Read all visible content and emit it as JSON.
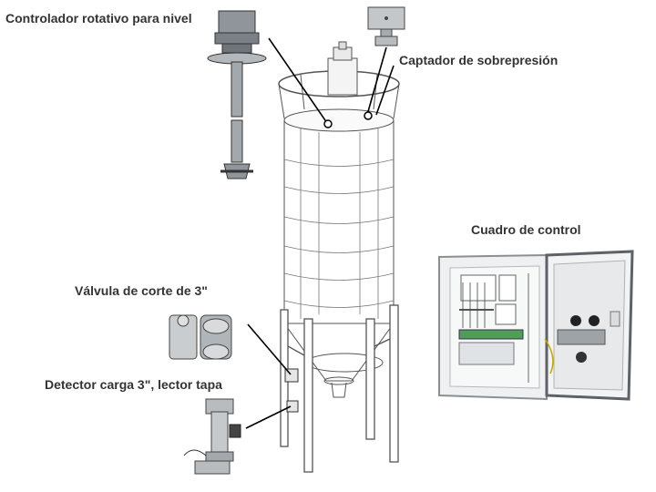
{
  "labels": {
    "rotary_controller": "Controlador rotativo para nivel",
    "overpressure_sensor": "Captador de sobrepresión",
    "control_panel": "Cuadro de control",
    "cutoff_valve": "Válvula de corte de 3\"",
    "load_detector": "Detector carga 3\",  lector tapa"
  },
  "colors": {
    "label_text": "#333333",
    "line_art": "#555555",
    "callout_line": "#000000",
    "cabinet_frame": "#9fa6aa",
    "cabinet_inside": "#eef0f1",
    "device_grey": "#8a8f93"
  }
}
